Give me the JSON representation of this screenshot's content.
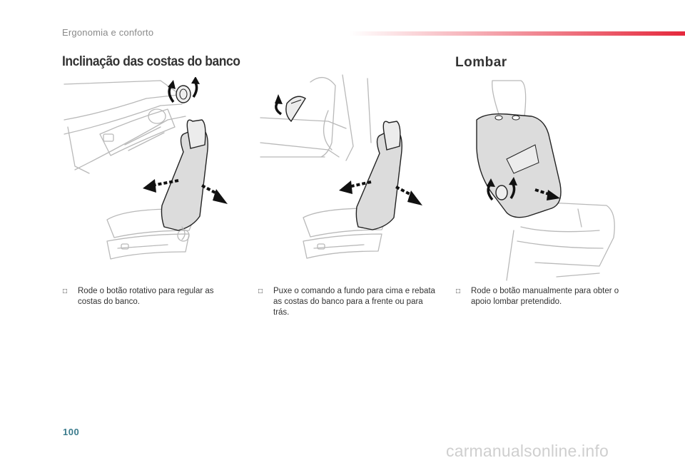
{
  "header": {
    "section_title": "Ergonomia e conforto"
  },
  "sections": {
    "backrest": {
      "title": "Inclinação das costas do banco"
    },
    "lumbar": {
      "title": "Lombar"
    }
  },
  "notes": [
    {
      "bullet": "",
      "text": "Rode o botão rotativo para regular as costas do banco."
    },
    {
      "bullet": "",
      "text": "Puxe o comando a fundo para cima e rebata as costas do banco para a frente ou para trás."
    },
    {
      "bullet": "",
      "text": "Rode o botão manualmente para obter o apoio lombar pretendido."
    }
  ],
  "footer": {
    "page_number": "100",
    "watermark": "carmanualsonline.info"
  },
  "colors": {
    "accent": "#e5283c",
    "page_number": "#3a7b8c"
  }
}
